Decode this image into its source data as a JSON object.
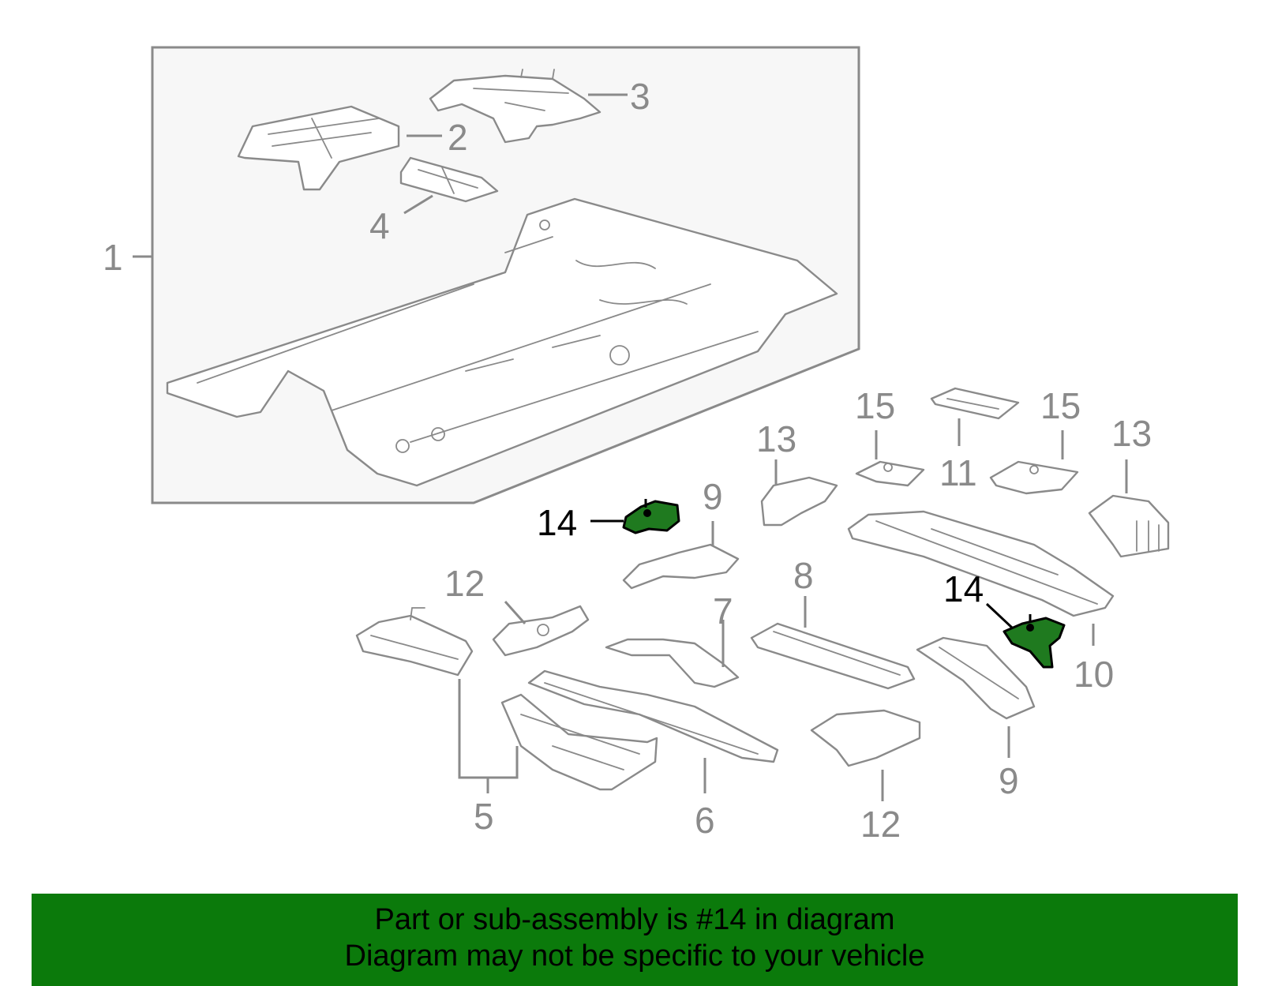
{
  "diagram": {
    "callouts": {
      "c1": "1",
      "c2": "2",
      "c3": "3",
      "c4": "4",
      "c5": "5",
      "c6": "6",
      "c7": "7",
      "c8": "8",
      "c9a": "9",
      "c9b": "9",
      "c10": "10",
      "c11": "11",
      "c12a": "12",
      "c12b": "12",
      "c13a": "13",
      "c13b": "13",
      "c14a": "14",
      "c14b": "14",
      "c15a": "15",
      "c15b": "15"
    },
    "highlight_color": "#1f7a1f",
    "line_color": "#8a8a8a"
  },
  "banner": {
    "line1": "Part or sub-assembly is #14 in diagram",
    "line2": "Diagram may not be specific to your vehicle",
    "background": "#0b7a0b"
  }
}
